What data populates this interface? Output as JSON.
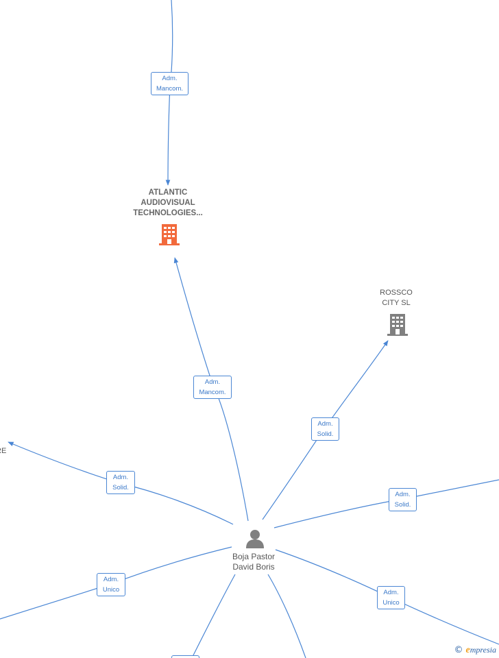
{
  "nodes": {
    "atlantic": {
      "lines": [
        "ATLANTIC",
        "AUDIOVISUAL",
        "TECHNOLOGIES..."
      ],
      "icon": "building-icon",
      "color": "#f26a3c"
    },
    "rossco": {
      "lines": [
        "ROSSCO",
        "CITY  SL"
      ],
      "icon": "building-icon",
      "color": "#808080"
    },
    "person": {
      "lines": [
        "Boja Pastor",
        "David Boris"
      ],
      "icon": "person-icon",
      "color": "#808080"
    },
    "left_partial": {
      "lines": [
        "RE"
      ]
    }
  },
  "edges": {
    "top": [
      "Adm.",
      "Mancom."
    ],
    "atlantic": [
      "Adm.",
      "Mancom."
    ],
    "rossco": [
      "Adm.",
      "Solid."
    ],
    "left": [
      "Adm.",
      "Solid."
    ],
    "right": [
      "Adm.",
      "Solid."
    ],
    "lower_left": [
      "Adm.",
      "Unico"
    ],
    "lower_right": [
      "Adm.",
      "Unico"
    ]
  },
  "watermark": {
    "symbol": "©",
    "initial": "e",
    "rest": "mpresia"
  },
  "colors": {
    "edge": "#4a86d4",
    "label_border": "#4a86d4",
    "label_text": "#3a78c8"
  }
}
